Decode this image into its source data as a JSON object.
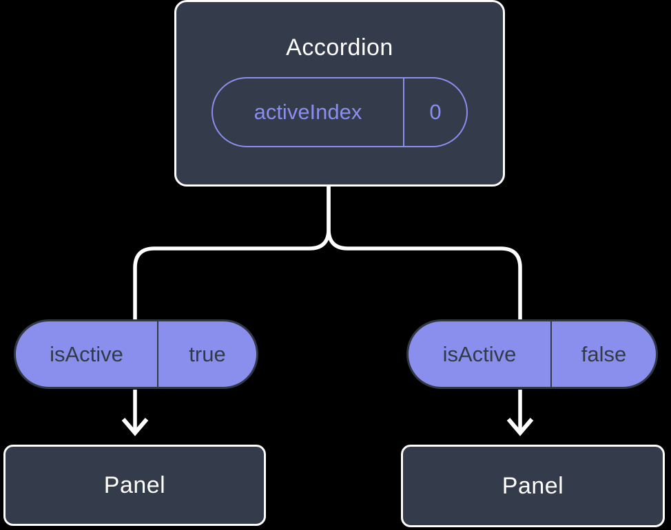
{
  "diagram": {
    "colors": {
      "background": "#000000",
      "box_fill": "#343B4A",
      "box_border": "#FFFFFF",
      "accent": "#8A8FEE",
      "pill_text": "#333A47",
      "pill_border": "#313947",
      "text": "#FFFFFF",
      "connector": "#FFFFFF"
    },
    "root": {
      "title": "Accordion",
      "state": {
        "name": "activeIndex",
        "value": "0"
      }
    },
    "children": [
      {
        "prop": {
          "name": "isActive",
          "value": "true"
        },
        "label": "Panel"
      },
      {
        "prop": {
          "name": "isActive",
          "value": "false"
        },
        "label": "Panel"
      }
    ]
  }
}
